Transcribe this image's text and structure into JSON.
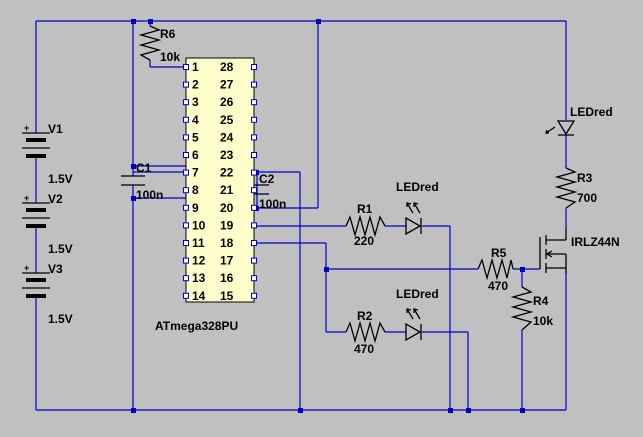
{
  "components": {
    "V1": {
      "ref": "V1",
      "value": "1.5V"
    },
    "V2": {
      "ref": "V2",
      "value": "1.5V"
    },
    "V3": {
      "ref": "V3",
      "value": "1.5V"
    },
    "R6": {
      "ref": "R6",
      "value": "10k"
    },
    "C1": {
      "ref": "C1",
      "value": "100n"
    },
    "C2": {
      "ref": "C2",
      "value": "100n"
    },
    "R1": {
      "ref": "R1",
      "value": "220"
    },
    "R2": {
      "ref": "R2",
      "value": "470"
    },
    "R3": {
      "ref": "R3",
      "value": "700"
    },
    "R4": {
      "ref": "R4",
      "value": "10k"
    },
    "R5": {
      "ref": "R5",
      "value": "470"
    },
    "D1": {
      "value": "LEDred"
    },
    "D2": {
      "value": "LEDred"
    },
    "D3": {
      "value": "LEDred"
    },
    "M1": {
      "value": "IRLZ44N"
    },
    "U1": {
      "value": "ATmega328PU"
    }
  },
  "ic_pins": {
    "left": [
      "1",
      "2",
      "3",
      "4",
      "5",
      "6",
      "7",
      "8",
      "9",
      "10",
      "11",
      "12",
      "13",
      "14"
    ],
    "right": [
      "28",
      "27",
      "26",
      "25",
      "24",
      "23",
      "22",
      "21",
      "20",
      "19",
      "18",
      "17",
      "16",
      "15"
    ]
  },
  "symbols": {
    "plus": "+"
  }
}
